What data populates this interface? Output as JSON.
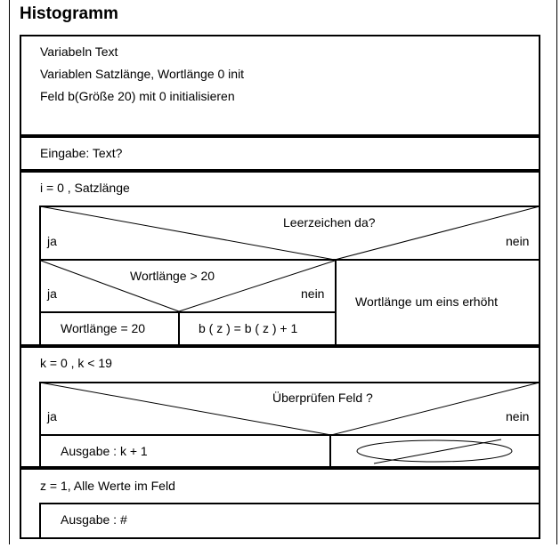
{
  "title": "Histogramm",
  "block1": {
    "lines": [
      "Variabeln Text",
      "Variablen Satzlänge, Wortlänge 0 init",
      "Feld b(Größe 20) mit 0 initialisieren"
    ]
  },
  "input_block": {
    "text": "Eingabe: Text?"
  },
  "loop1": {
    "header": "i = 0 , Satzlänge",
    "decision": {
      "condition": "Leerzeichen da?",
      "yes": "ja",
      "no": "nein"
    },
    "inner_decision": {
      "condition": "Wortlänge > 20",
      "yes": "ja",
      "no": "nein"
    },
    "yes_yes": "Wortlänge = 20",
    "yes_no": "b ( z ) = b ( z ) + 1",
    "no_branch": "Wortlänge um eins erhöht"
  },
  "loop2": {
    "header": "k = 0 , k < 19",
    "decision": {
      "condition": "Überprüfen  Feld  ?",
      "yes": "ja",
      "no": "nein"
    },
    "yes_branch": "Ausgabe : k + 1"
  },
  "loop3": {
    "header": "z = 1, Alle Werte im Feld",
    "body": "Ausgabe : #"
  }
}
